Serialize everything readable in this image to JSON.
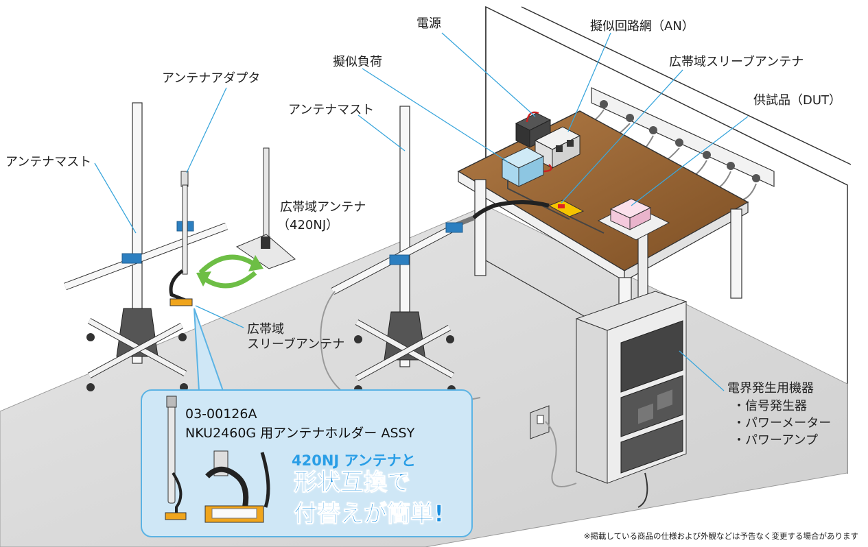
{
  "labels": {
    "power_supply": "電源",
    "artificial_network": "擬似回路網（AN）",
    "dummy_load": "擬似負荷",
    "wideband_sleeve_antenna_top": "広帯域スリーブアンテナ",
    "antenna_adapter": "アンテナアダプタ",
    "eut": "供試品（DUT）",
    "antenna_mast_center": "アンテナマスト",
    "antenna_mast_left": "アンテナマスト",
    "wideband_antenna_line1": "広帯域アンテナ",
    "wideband_antenna_line2": "（420NJ）",
    "sleeve_antenna_line1": "広帯域",
    "sleeve_antenna_line2": "スリーブアンテナ",
    "field_generator": "電界発生用機器",
    "field_generator_items": [
      "・信号発生器",
      "・パワーメーター",
      "・パワーアンプ"
    ]
  },
  "callout": {
    "part_number": "03-00126A",
    "product_name": "NKU2460G 用アンテナホルダー ASSY",
    "headline_1": "420NJ アンテナと",
    "headline_2": "形状互換で",
    "headline_3": "付替えが簡単!"
  },
  "footnote": "※掲載している商品の仕様および外観などは予告なく変更する場合があります",
  "colors": {
    "leader_line": "#3aa6dc",
    "callout_fill": "#cfe7f6",
    "callout_border": "#5bb3e4",
    "headline": "#1a8fe0",
    "table_top": "#8a5a2b",
    "floor": "#d9d9d9",
    "dummy_load": "#a9d8ef",
    "dut": "#f4c9dc",
    "rotate_arrows": "#6dbe45"
  }
}
